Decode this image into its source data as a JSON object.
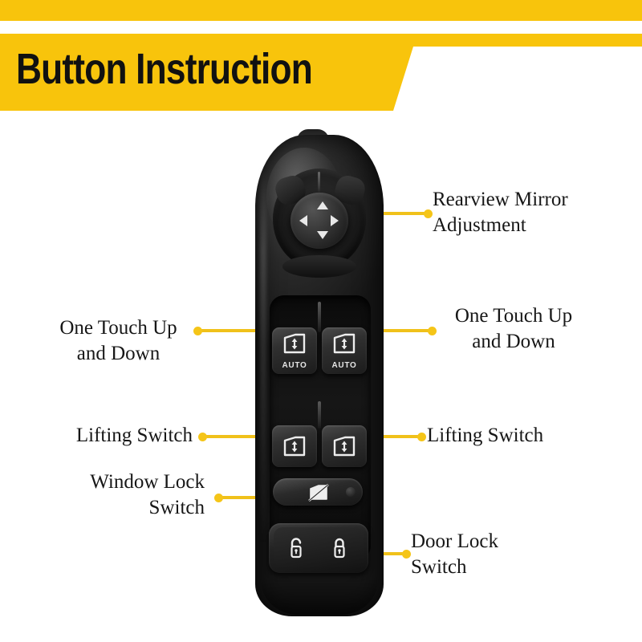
{
  "header": {
    "title": "Button Instruction",
    "bar_color": "#f8c40c"
  },
  "theme": {
    "accent": "#f5c518",
    "leader_line": "#f0c11a",
    "text": "#171717",
    "panel_dark": "#1a1a1a"
  },
  "callouts": [
    {
      "id": "rearview-mirror-adjustment",
      "text": "Rearview Mirror\nAdjustment",
      "side": "right"
    },
    {
      "id": "one-touch-up-and-down-left",
      "text": "One Touch Up\nand Down",
      "side": "left"
    },
    {
      "id": "one-touch-up-and-down-right",
      "text": "One Touch Up\nand Down",
      "side": "right"
    },
    {
      "id": "lifting-switch-left",
      "text": "Lifting Switch",
      "side": "left"
    },
    {
      "id": "lifting-switch-right",
      "text": "Lifting Switch",
      "side": "right"
    },
    {
      "id": "window-lock-switch",
      "text": "Window Lock\nSwitch",
      "side": "left"
    },
    {
      "id": "door-lock-switch",
      "text": "Door Lock\nSwitch",
      "side": "right"
    }
  ],
  "panel": {
    "mirror_joystick": {
      "name": "mirror-adjust-joystick",
      "arrows": [
        "up",
        "down",
        "left",
        "right"
      ]
    },
    "window_switches": [
      {
        "position": "front-left",
        "auto_label": "AUTO"
      },
      {
        "position": "front-right",
        "auto_label": "AUTO"
      },
      {
        "position": "rear-left",
        "auto_label": ""
      },
      {
        "position": "rear-right",
        "auto_label": ""
      }
    ],
    "window_lock": {
      "name": "window-lock-switch",
      "led": true
    },
    "door_lock": {
      "unlock": "unlock-icon",
      "lock": "lock-icon"
    }
  }
}
